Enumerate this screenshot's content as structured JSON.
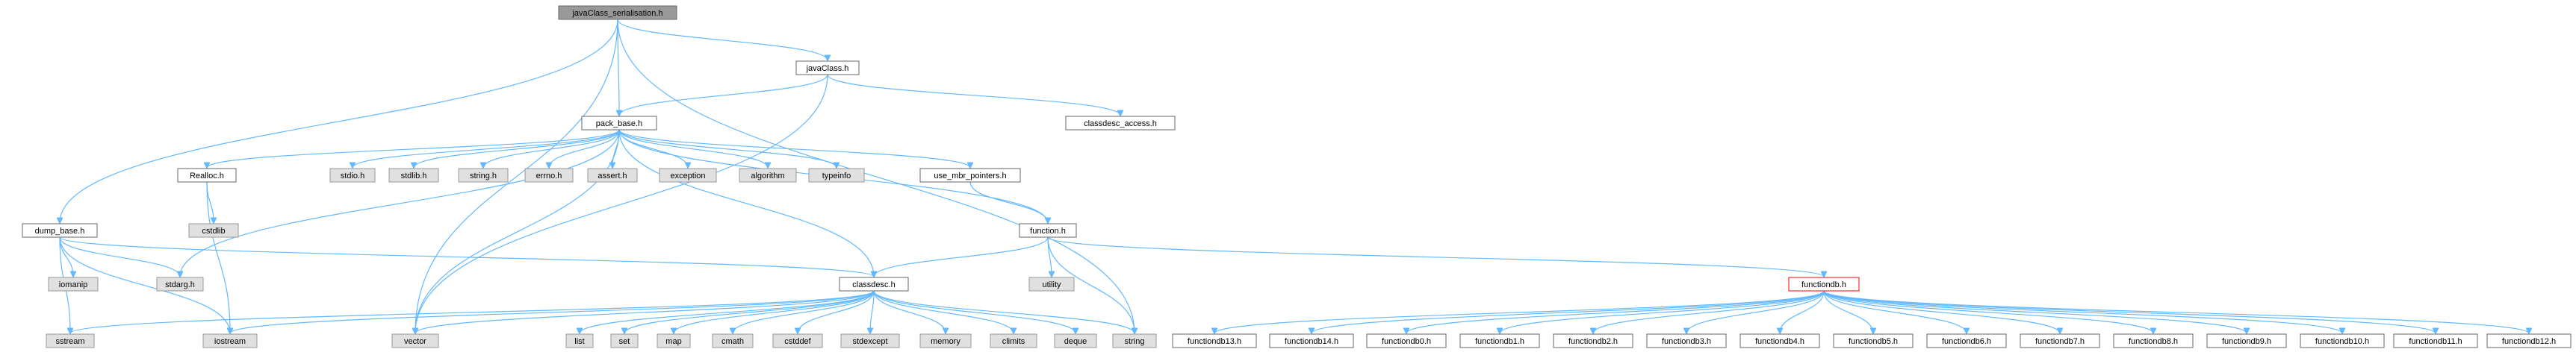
{
  "colors": {
    "root_fill": "#999999",
    "project_fill": "#ffffff",
    "system_fill": "#e0e0e0",
    "node_border": "#666666",
    "system_border": "#999999",
    "truncated_border": "#ff0000",
    "edge": "#63b8ff"
  },
  "nodes": [
    {
      "id": "root",
      "label": "javaClass_serialisation.h",
      "kind": "root"
    },
    {
      "id": "javaClass",
      "label": "javaClass.h",
      "kind": "project"
    },
    {
      "id": "pack_base",
      "label": "pack_base.h",
      "kind": "project"
    },
    {
      "id": "classdesc_access",
      "label": "classdesc_access.h",
      "kind": "project"
    },
    {
      "id": "Realloc",
      "label": "Realloc.h",
      "kind": "project"
    },
    {
      "id": "stdio",
      "label": "stdio.h",
      "kind": "system"
    },
    {
      "id": "stdlib",
      "label": "stdlib.h",
      "kind": "system"
    },
    {
      "id": "string_h",
      "label": "string.h",
      "kind": "system"
    },
    {
      "id": "errno",
      "label": "errno.h",
      "kind": "system"
    },
    {
      "id": "assert",
      "label": "assert.h",
      "kind": "system"
    },
    {
      "id": "exception",
      "label": "exception",
      "kind": "system"
    },
    {
      "id": "algorithm",
      "label": "algorithm",
      "kind": "system"
    },
    {
      "id": "typeinfo",
      "label": "typeinfo",
      "kind": "system"
    },
    {
      "id": "use_mbr_pointers",
      "label": "use_mbr_pointers.h",
      "kind": "project"
    },
    {
      "id": "cstdlib",
      "label": "cstdlib",
      "kind": "system"
    },
    {
      "id": "dump_base",
      "label": "dump_base.h",
      "kind": "project"
    },
    {
      "id": "function",
      "label": "function.h",
      "kind": "project"
    },
    {
      "id": "iomanip",
      "label": "iomanip",
      "kind": "system"
    },
    {
      "id": "stdarg",
      "label": "stdarg.h",
      "kind": "system"
    },
    {
      "id": "utility",
      "label": "utility",
      "kind": "system"
    },
    {
      "id": "classdesc",
      "label": "classdesc.h",
      "kind": "project"
    },
    {
      "id": "functiondb",
      "label": "functiondb.h",
      "kind": "truncated"
    },
    {
      "id": "sstream",
      "label": "sstream",
      "kind": "system"
    },
    {
      "id": "iostream",
      "label": "iostream",
      "kind": "system"
    },
    {
      "id": "vector",
      "label": "vector",
      "kind": "system"
    },
    {
      "id": "list",
      "label": "list",
      "kind": "system"
    },
    {
      "id": "set",
      "label": "set",
      "kind": "system"
    },
    {
      "id": "map",
      "label": "map",
      "kind": "system"
    },
    {
      "id": "cmath",
      "label": "cmath",
      "kind": "system"
    },
    {
      "id": "cstddef",
      "label": "cstddef",
      "kind": "system"
    },
    {
      "id": "stdexcept",
      "label": "stdexcept",
      "kind": "system"
    },
    {
      "id": "memory",
      "label": "memory",
      "kind": "system"
    },
    {
      "id": "climits",
      "label": "climits",
      "kind": "system"
    },
    {
      "id": "deque",
      "label": "deque",
      "kind": "system"
    },
    {
      "id": "string",
      "label": "string",
      "kind": "system"
    },
    {
      "id": "fdb13",
      "label": "functiondb13.h",
      "kind": "project"
    },
    {
      "id": "fdb14",
      "label": "functiondb14.h",
      "kind": "project"
    },
    {
      "id": "fdb0",
      "label": "functiondb0.h",
      "kind": "project"
    },
    {
      "id": "fdb1",
      "label": "functiondb1.h",
      "kind": "project"
    },
    {
      "id": "fdb2",
      "label": "functiondb2.h",
      "kind": "project"
    },
    {
      "id": "fdb3",
      "label": "functiondb3.h",
      "kind": "project"
    },
    {
      "id": "fdb4",
      "label": "functiondb4.h",
      "kind": "project"
    },
    {
      "id": "fdb5",
      "label": "functiondb5.h",
      "kind": "project"
    },
    {
      "id": "fdb6",
      "label": "functiondb6.h",
      "kind": "project"
    },
    {
      "id": "fdb7",
      "label": "functiondb7.h",
      "kind": "project"
    },
    {
      "id": "fdb8",
      "label": "functiondb8.h",
      "kind": "project"
    },
    {
      "id": "fdb9",
      "label": "functiondb9.h",
      "kind": "project"
    },
    {
      "id": "fdb10",
      "label": "functiondb10.h",
      "kind": "project"
    },
    {
      "id": "fdb11",
      "label": "functiondb11.h",
      "kind": "project"
    },
    {
      "id": "fdb12",
      "label": "functiondb12.h",
      "kind": "project"
    }
  ],
  "edges": [
    [
      "root",
      "javaClass"
    ],
    [
      "root",
      "pack_base"
    ],
    [
      "root",
      "dump_base"
    ],
    [
      "root",
      "vector"
    ],
    [
      "root",
      "string"
    ],
    [
      "javaClass",
      "pack_base"
    ],
    [
      "javaClass",
      "classdesc_access"
    ],
    [
      "javaClass",
      "vector"
    ],
    [
      "pack_base",
      "Realloc"
    ],
    [
      "pack_base",
      "stdio"
    ],
    [
      "pack_base",
      "stdlib"
    ],
    [
      "pack_base",
      "string_h"
    ],
    [
      "pack_base",
      "errno"
    ],
    [
      "pack_base",
      "assert"
    ],
    [
      "pack_base",
      "exception"
    ],
    [
      "pack_base",
      "algorithm"
    ],
    [
      "pack_base",
      "typeinfo"
    ],
    [
      "pack_base",
      "use_mbr_pointers"
    ],
    [
      "pack_base",
      "function"
    ],
    [
      "pack_base",
      "classdesc"
    ],
    [
      "pack_base",
      "stdarg"
    ],
    [
      "pack_base",
      "vector"
    ],
    [
      "Realloc",
      "cstdlib"
    ],
    [
      "Realloc",
      "iostream"
    ],
    [
      "use_mbr_pointers",
      "function"
    ],
    [
      "dump_base",
      "iomanip"
    ],
    [
      "dump_base",
      "stdarg"
    ],
    [
      "dump_base",
      "classdesc"
    ],
    [
      "dump_base",
      "sstream"
    ],
    [
      "dump_base",
      "iostream"
    ],
    [
      "function",
      "utility"
    ],
    [
      "function",
      "classdesc"
    ],
    [
      "function",
      "functiondb"
    ],
    [
      "function",
      "string"
    ],
    [
      "classdesc",
      "sstream"
    ],
    [
      "classdesc",
      "iostream"
    ],
    [
      "classdesc",
      "vector"
    ],
    [
      "classdesc",
      "list"
    ],
    [
      "classdesc",
      "set"
    ],
    [
      "classdesc",
      "map"
    ],
    [
      "classdesc",
      "cmath"
    ],
    [
      "classdesc",
      "cstddef"
    ],
    [
      "classdesc",
      "stdexcept"
    ],
    [
      "classdesc",
      "memory"
    ],
    [
      "classdesc",
      "climits"
    ],
    [
      "classdesc",
      "deque"
    ],
    [
      "classdesc",
      "string"
    ],
    [
      "functiondb",
      "fdb13"
    ],
    [
      "functiondb",
      "fdb14"
    ],
    [
      "functiondb",
      "fdb0"
    ],
    [
      "functiondb",
      "fdb1"
    ],
    [
      "functiondb",
      "fdb2"
    ],
    [
      "functiondb",
      "fdb3"
    ],
    [
      "functiondb",
      "fdb4"
    ],
    [
      "functiondb",
      "fdb5"
    ],
    [
      "functiondb",
      "fdb6"
    ],
    [
      "functiondb",
      "fdb7"
    ],
    [
      "functiondb",
      "fdb8"
    ],
    [
      "functiondb",
      "fdb9"
    ],
    [
      "functiondb",
      "fdb10"
    ],
    [
      "functiondb",
      "fdb11"
    ],
    [
      "functiondb",
      "fdb12"
    ]
  ]
}
